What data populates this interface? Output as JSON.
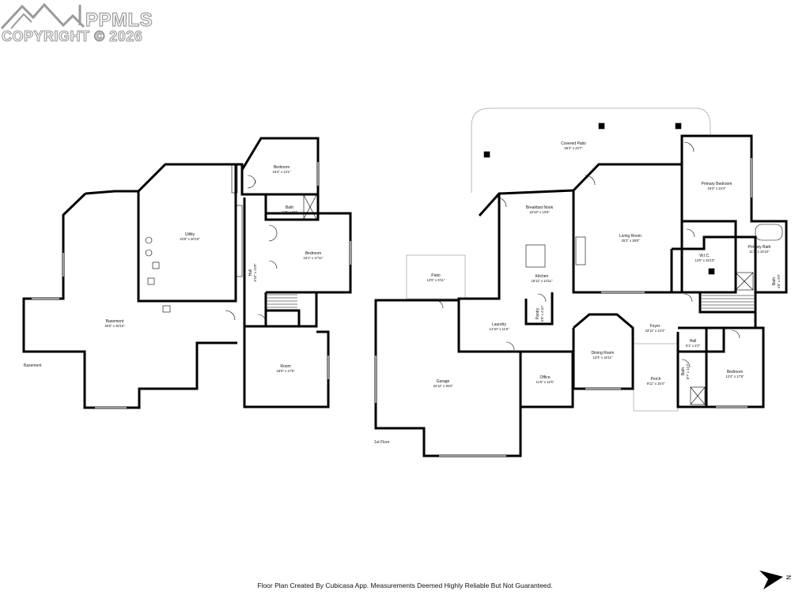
{
  "watermark": {
    "brand": "PPMLS",
    "copyright": "COPYRIGHT © 2026",
    "icon": "mountain-logo-icon"
  },
  "floors": {
    "basement_label": "Basement",
    "first_floor_label": "1st Floor"
  },
  "rooms": {
    "basement": {
      "name": "Basement",
      "dims": "48'0\" x 48'10\""
    },
    "utility": {
      "name": "Utility",
      "dims": "23'9\" x 30'10\""
    },
    "bedroom_b1": {
      "name": "Bedroom",
      "dims": "16'4\" x 13'1\""
    },
    "bath_b": {
      "name": "Bath",
      "dims": "11'5\" x 6'0\""
    },
    "bedroom_b2": {
      "name": "Bedroom",
      "dims": "15'1\" x 17'11\""
    },
    "hall_b": {
      "name": "Hall",
      "dims": "6'10\" x 24'9\""
    },
    "room_b": {
      "name": "Room",
      "dims": "18'9\" x 17'6\""
    },
    "covered_patio": {
      "name": "Covered Patio",
      "dims": "55'2\" x 24'7\""
    },
    "primary_bedroom": {
      "name": "Primary Bedroom",
      "dims": "15'0\" x 24'4\""
    },
    "breakfast_nook": {
      "name": "Breakfast Nook",
      "dims": "16'10\" x 10'5\""
    },
    "living_room": {
      "name": "Living Room",
      "dims": "25'2\" x 28'6\""
    },
    "wic": {
      "name": "W.I.C.",
      "dims": "14'0\" x 15'10\""
    },
    "primary_bath": {
      "name": "Primary Bath",
      "dims": "11'3\" x 15'10\""
    },
    "bath_small": {
      "name": "Bath",
      "dims": "4'8\" x 5'5\""
    },
    "patio": {
      "name": "Patio",
      "dims": "13'5\" x 9'11\""
    },
    "kitchen": {
      "name": "Kitchen",
      "dims": "18'11\" x 13'11\""
    },
    "pantry": {
      "name": "Pantry",
      "dims": "5'9\" x 4'10\""
    },
    "laundry": {
      "name": "Laundry",
      "dims": "14'10\" x 11'5\""
    },
    "foyer": {
      "name": "Foyer",
      "dims": "33'11\" x 13'4\""
    },
    "hall_1": {
      "name": "Hall",
      "dims": "6'1\" x 4'2\""
    },
    "dining_room": {
      "name": "Dining Room",
      "dims": "13'3\" x 16'11\""
    },
    "bath_1": {
      "name": "Bath",
      "dims": "8'7\" x 11'7\""
    },
    "bedroom_1": {
      "name": "Bedroom",
      "dims": "12'4\" x 17'8\""
    },
    "garage": {
      "name": "Garage",
      "dims": "32'11\" x 35'0\""
    },
    "office": {
      "name": "Office",
      "dims": "11'5\" x 12'5\""
    },
    "porch": {
      "name": "Porch",
      "dims": "9'11\" x 15'4\""
    }
  },
  "compass": {
    "label": "N",
    "icon": "north-arrow-icon"
  },
  "footer": {
    "text": "Floor Plan Created By Cubicasa App. Measurements Deemed Highly Reliable But Not Guaranteed."
  },
  "colors": {
    "walls": "#000000",
    "watermark_stroke": "#9a9a9a",
    "background": "#ffffff"
  }
}
